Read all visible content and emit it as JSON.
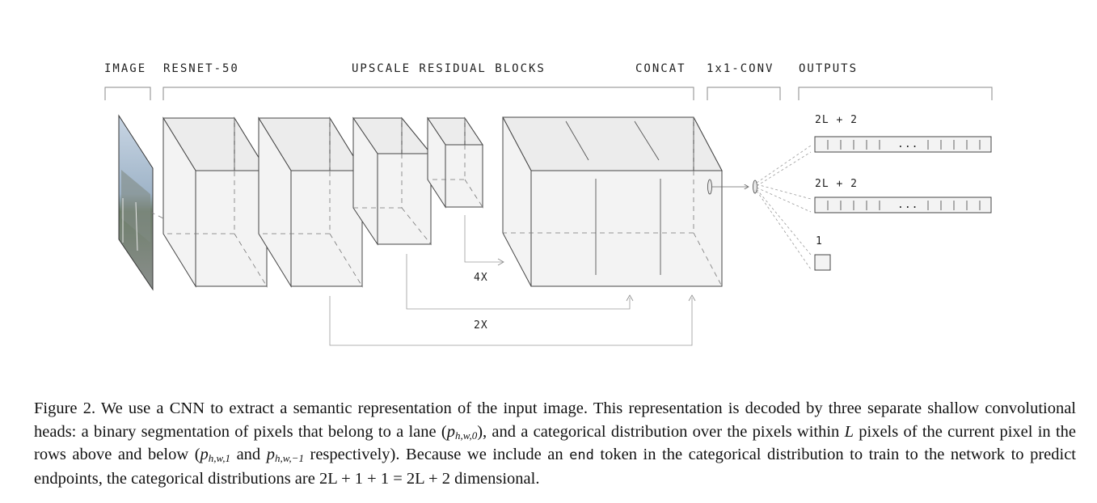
{
  "headers": {
    "image": "IMAGE",
    "resnet": "RESNET-50",
    "upscale": "UPSCALE RESIDUAL BLOCKS",
    "concat": "CONCAT",
    "conv": "1x1-CONV",
    "outputs": "OUTPUTS"
  },
  "outputs": [
    {
      "label": "2L + 2",
      "ellipsis": "..."
    },
    {
      "label": "2L + 2",
      "ellipsis": "..."
    },
    {
      "label": "1"
    }
  ],
  "skips": {
    "inner": "4X",
    "outer": "2X"
  },
  "caption": {
    "part1": "Figure 2. We use a CNN to extract a semantic representation of the input image. This representation is decoded by three separate shallow convolutional heads: a binary segmentation of pixels that belong to a lane (",
    "p_var": "p",
    "p_sub0": "h,w,0",
    "part2": "), and a categorical distribution over the pixels within ",
    "L_var": "L",
    "part3": " pixels of the current pixel in the rows above and below (",
    "p_sub1": "h,w,1",
    "and_word": " and ",
    "p_subm1": "h,w,−1",
    "part4": " respectively). Because we include an ",
    "end_token": "end",
    "part5": " token in the categorical distribution to train to the network to predict endpoints, the categorical distributions are ",
    "formula": "2L + 1 + 1 = 2L + 2",
    "part6": " dimensional."
  }
}
